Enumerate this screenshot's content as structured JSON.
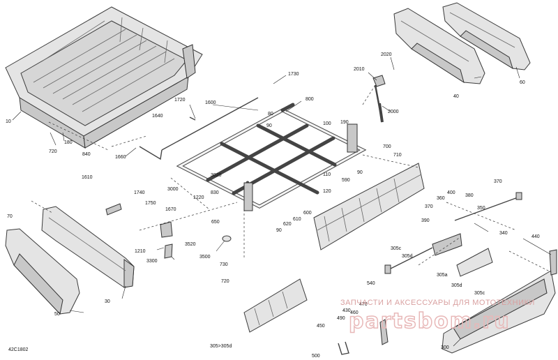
{
  "diagram_code": "42C1802",
  "watermark": {
    "line1": "ЗАПЧАСТИ И АКСЕССУАРЫ ДЛЯ МОТОТЕХНИКИ",
    "line2": "partsbom.ru"
  },
  "callouts": [
    {
      "label": "10"
    },
    {
      "label": "180"
    },
    {
      "label": "720"
    },
    {
      "label": "840"
    },
    {
      "label": "1660"
    },
    {
      "label": "1640"
    },
    {
      "label": "1720"
    },
    {
      "label": "1600"
    },
    {
      "label": "1610"
    },
    {
      "label": "1730"
    },
    {
      "label": "80"
    },
    {
      "label": "90"
    },
    {
      "label": "800"
    },
    {
      "label": "100"
    },
    {
      "label": "190"
    },
    {
      "label": "90"
    },
    {
      "label": "2010"
    },
    {
      "label": "2020"
    },
    {
      "label": "2000"
    },
    {
      "label": "40"
    },
    {
      "label": "60"
    },
    {
      "label": "700"
    },
    {
      "label": "710"
    },
    {
      "label": "590"
    },
    {
      "label": "110"
    },
    {
      "label": "120"
    },
    {
      "label": "3020"
    },
    {
      "label": "3000"
    },
    {
      "label": "830"
    },
    {
      "label": "1740"
    },
    {
      "label": "1750"
    },
    {
      "label": "1220"
    },
    {
      "label": "1670"
    },
    {
      "label": "650"
    },
    {
      "label": "600"
    },
    {
      "label": "610"
    },
    {
      "label": "620"
    },
    {
      "label": "90"
    },
    {
      "label": "70"
    },
    {
      "label": "1210"
    },
    {
      "label": "3520"
    },
    {
      "label": "3500"
    },
    {
      "label": "3300"
    },
    {
      "label": "730"
    },
    {
      "label": "720"
    },
    {
      "label": "30"
    },
    {
      "label": "50"
    },
    {
      "label": "305>305d"
    },
    {
      "label": "370"
    },
    {
      "label": "400"
    },
    {
      "label": "360"
    },
    {
      "label": "380"
    },
    {
      "label": "370"
    },
    {
      "label": "350"
    },
    {
      "label": "340"
    },
    {
      "label": "390"
    },
    {
      "label": "305c"
    },
    {
      "label": "305d"
    },
    {
      "label": "540"
    },
    {
      "label": "305a"
    },
    {
      "label": "305d"
    },
    {
      "label": "305c"
    },
    {
      "label": "440"
    },
    {
      "label": "430"
    },
    {
      "label": "460"
    },
    {
      "label": "470"
    },
    {
      "label": "490"
    },
    {
      "label": "450"
    },
    {
      "label": "500"
    },
    {
      "label": "300"
    }
  ]
}
